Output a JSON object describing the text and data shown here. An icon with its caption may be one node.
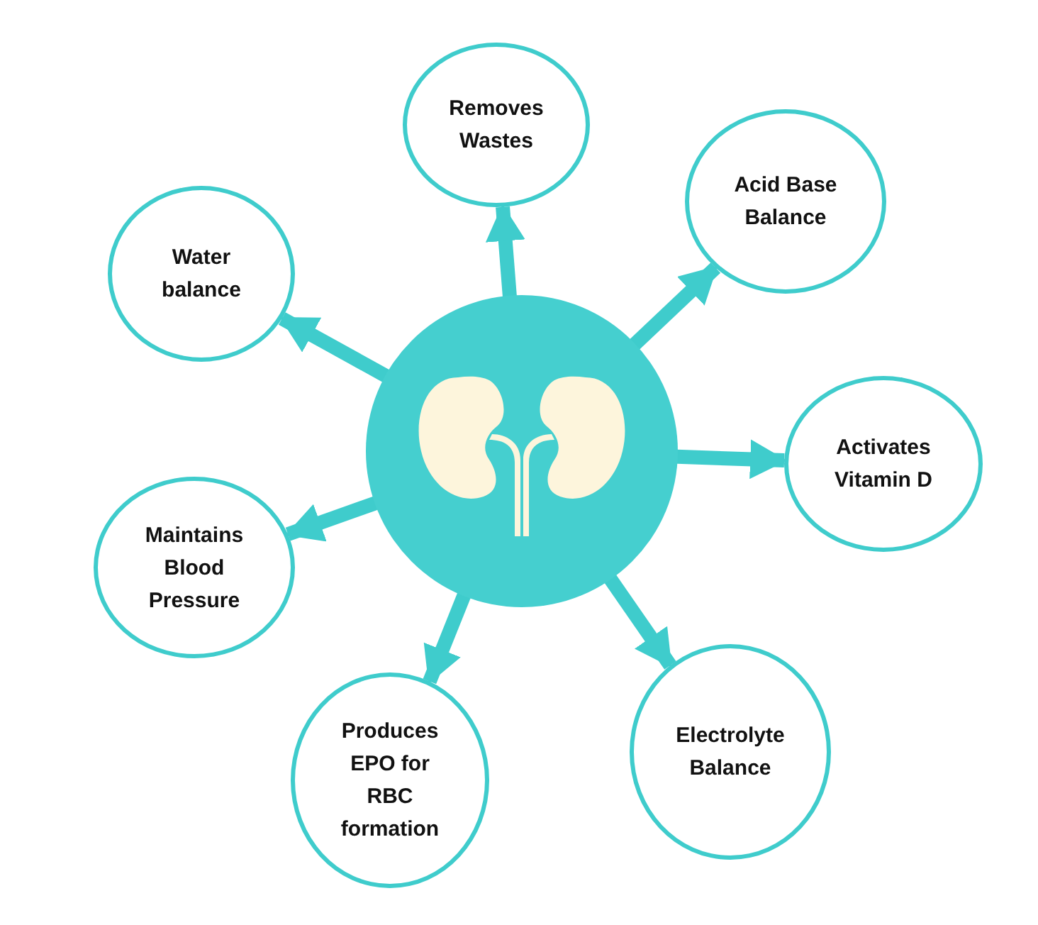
{
  "diagram": {
    "nodes": [
      {
        "text": [
          "Removes Wastes"
        ]
      },
      {
        "text": [
          "Acid Base Balance"
        ]
      },
      {
        "text": [
          "Water balance"
        ]
      },
      {
        "text": [],
        "shape": "picture"
      },
      {
        "text": [
          "Activates Vitamin D"
        ]
      },
      {
        "text": [
          "Maintains Blood Pressure"
        ]
      },
      {
        "text": [
          "Electrolyte Balance"
        ]
      },
      {
        "text": [
          "Produces EPO for RBC formation"
        ]
      }
    ],
    "edges": [
      {
        "from": 3,
        "to": 0,
        "arrow": "to"
      },
      {
        "from": 3,
        "to": 1,
        "arrow": "to"
      },
      {
        "from": 3,
        "to": 4,
        "arrow": "to"
      },
      {
        "from": 3,
        "to": 6,
        "arrow": "to"
      },
      {
        "from": 3,
        "to": 7,
        "arrow": "to"
      },
      {
        "from": 3,
        "to": 5,
        "arrow": "to"
      },
      {
        "from": 3,
        "to": 2,
        "arrow": "to"
      }
    ]
  }
}
